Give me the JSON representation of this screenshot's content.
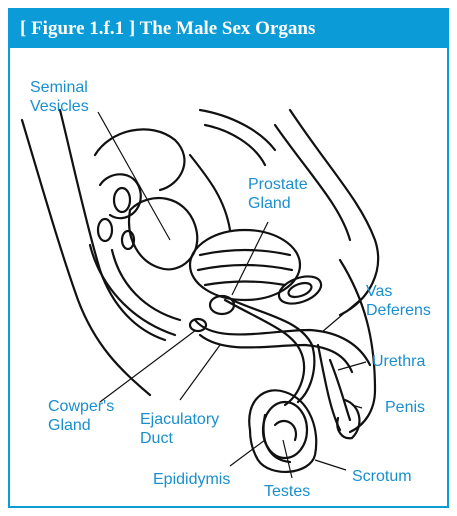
{
  "figure": {
    "title": "[ Figure 1.f.1 ] The Male Sex Organs",
    "accent_color": "#0b9bd7",
    "label_color": "#1a8fce"
  },
  "labels": {
    "seminal_vesicles": "Seminal\nVesicles",
    "prostate_gland": "Prostate\nGland",
    "vas_deferens": "Vas\nDeferens",
    "urethra": "Urethra",
    "penis": "Penis",
    "cowpers_gland": "Cowper's\nGland",
    "ejaculatory_duct": "Ejaculatory\nDuct",
    "epididymis": "Epididymis",
    "testes": "Testes",
    "scrotum": "Scrotum"
  }
}
